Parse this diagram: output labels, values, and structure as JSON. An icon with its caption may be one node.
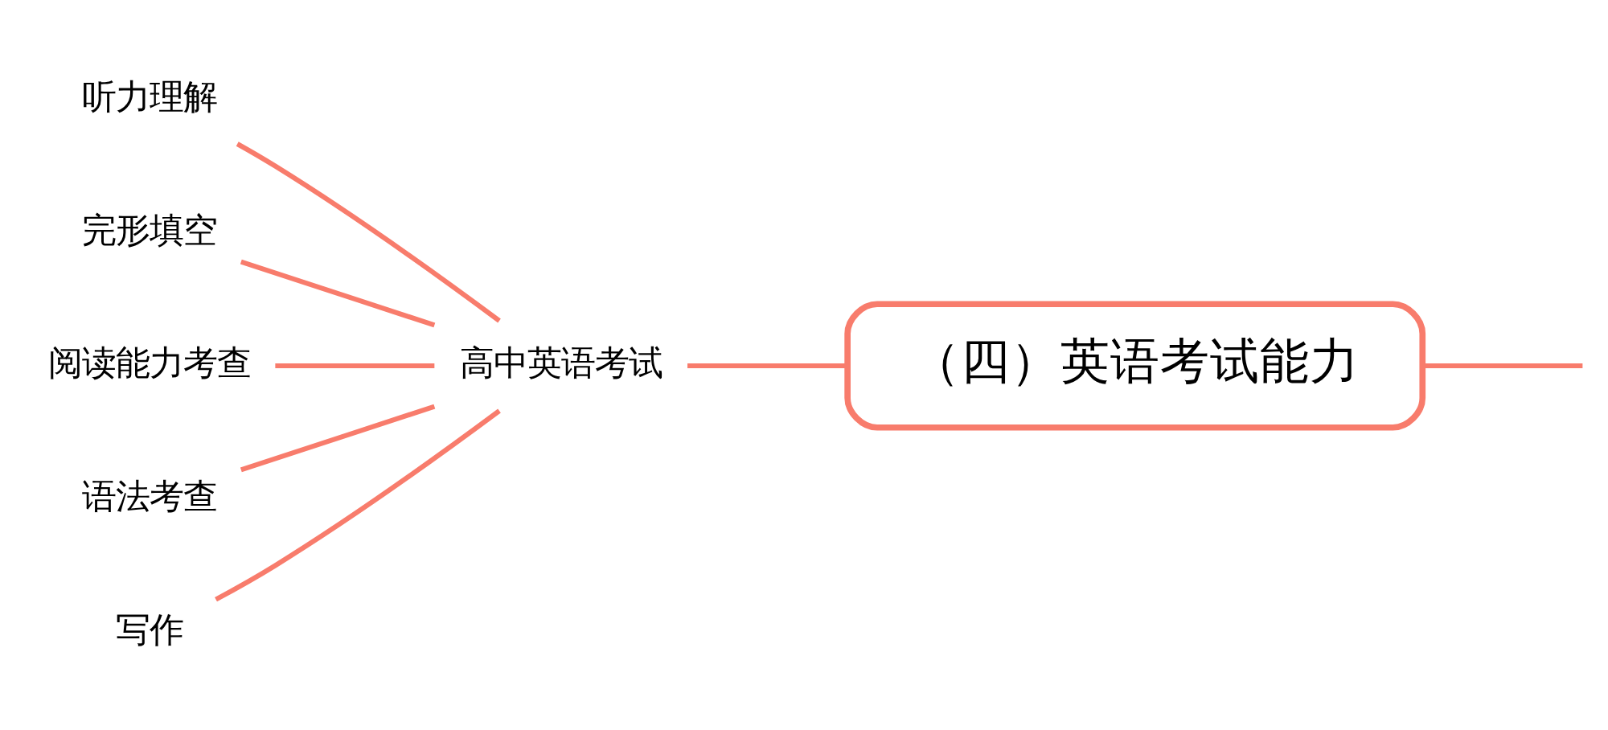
{
  "diagram": {
    "nodes": [
      {
        "text": [
          "（四）英语考试能力"
        ]
      },
      {
        "text": [
          "高中英语考试"
        ]
      },
      {
        "text": [
          "听力理解"
        ]
      },
      {
        "text": [
          "完形填空"
        ]
      },
      {
        "text": [
          "阅读能力考查"
        ]
      },
      {
        "text": [
          "语法考查"
        ]
      },
      {
        "text": [
          "写作"
        ]
      }
    ],
    "edges": [
      {
        "from": 0,
        "to": null,
        "arrow": "none"
      },
      {
        "from": 0,
        "to": 1,
        "arrow": "none"
      },
      {
        "from": 1,
        "to": 2,
        "arrow": "none"
      },
      {
        "from": 1,
        "to": 3,
        "arrow": "none"
      },
      {
        "from": 1,
        "to": 4,
        "arrow": "none"
      },
      {
        "from": 1,
        "to": 5,
        "arrow": "none"
      },
      {
        "from": 1,
        "to": 6,
        "arrow": "none"
      }
    ]
  }
}
